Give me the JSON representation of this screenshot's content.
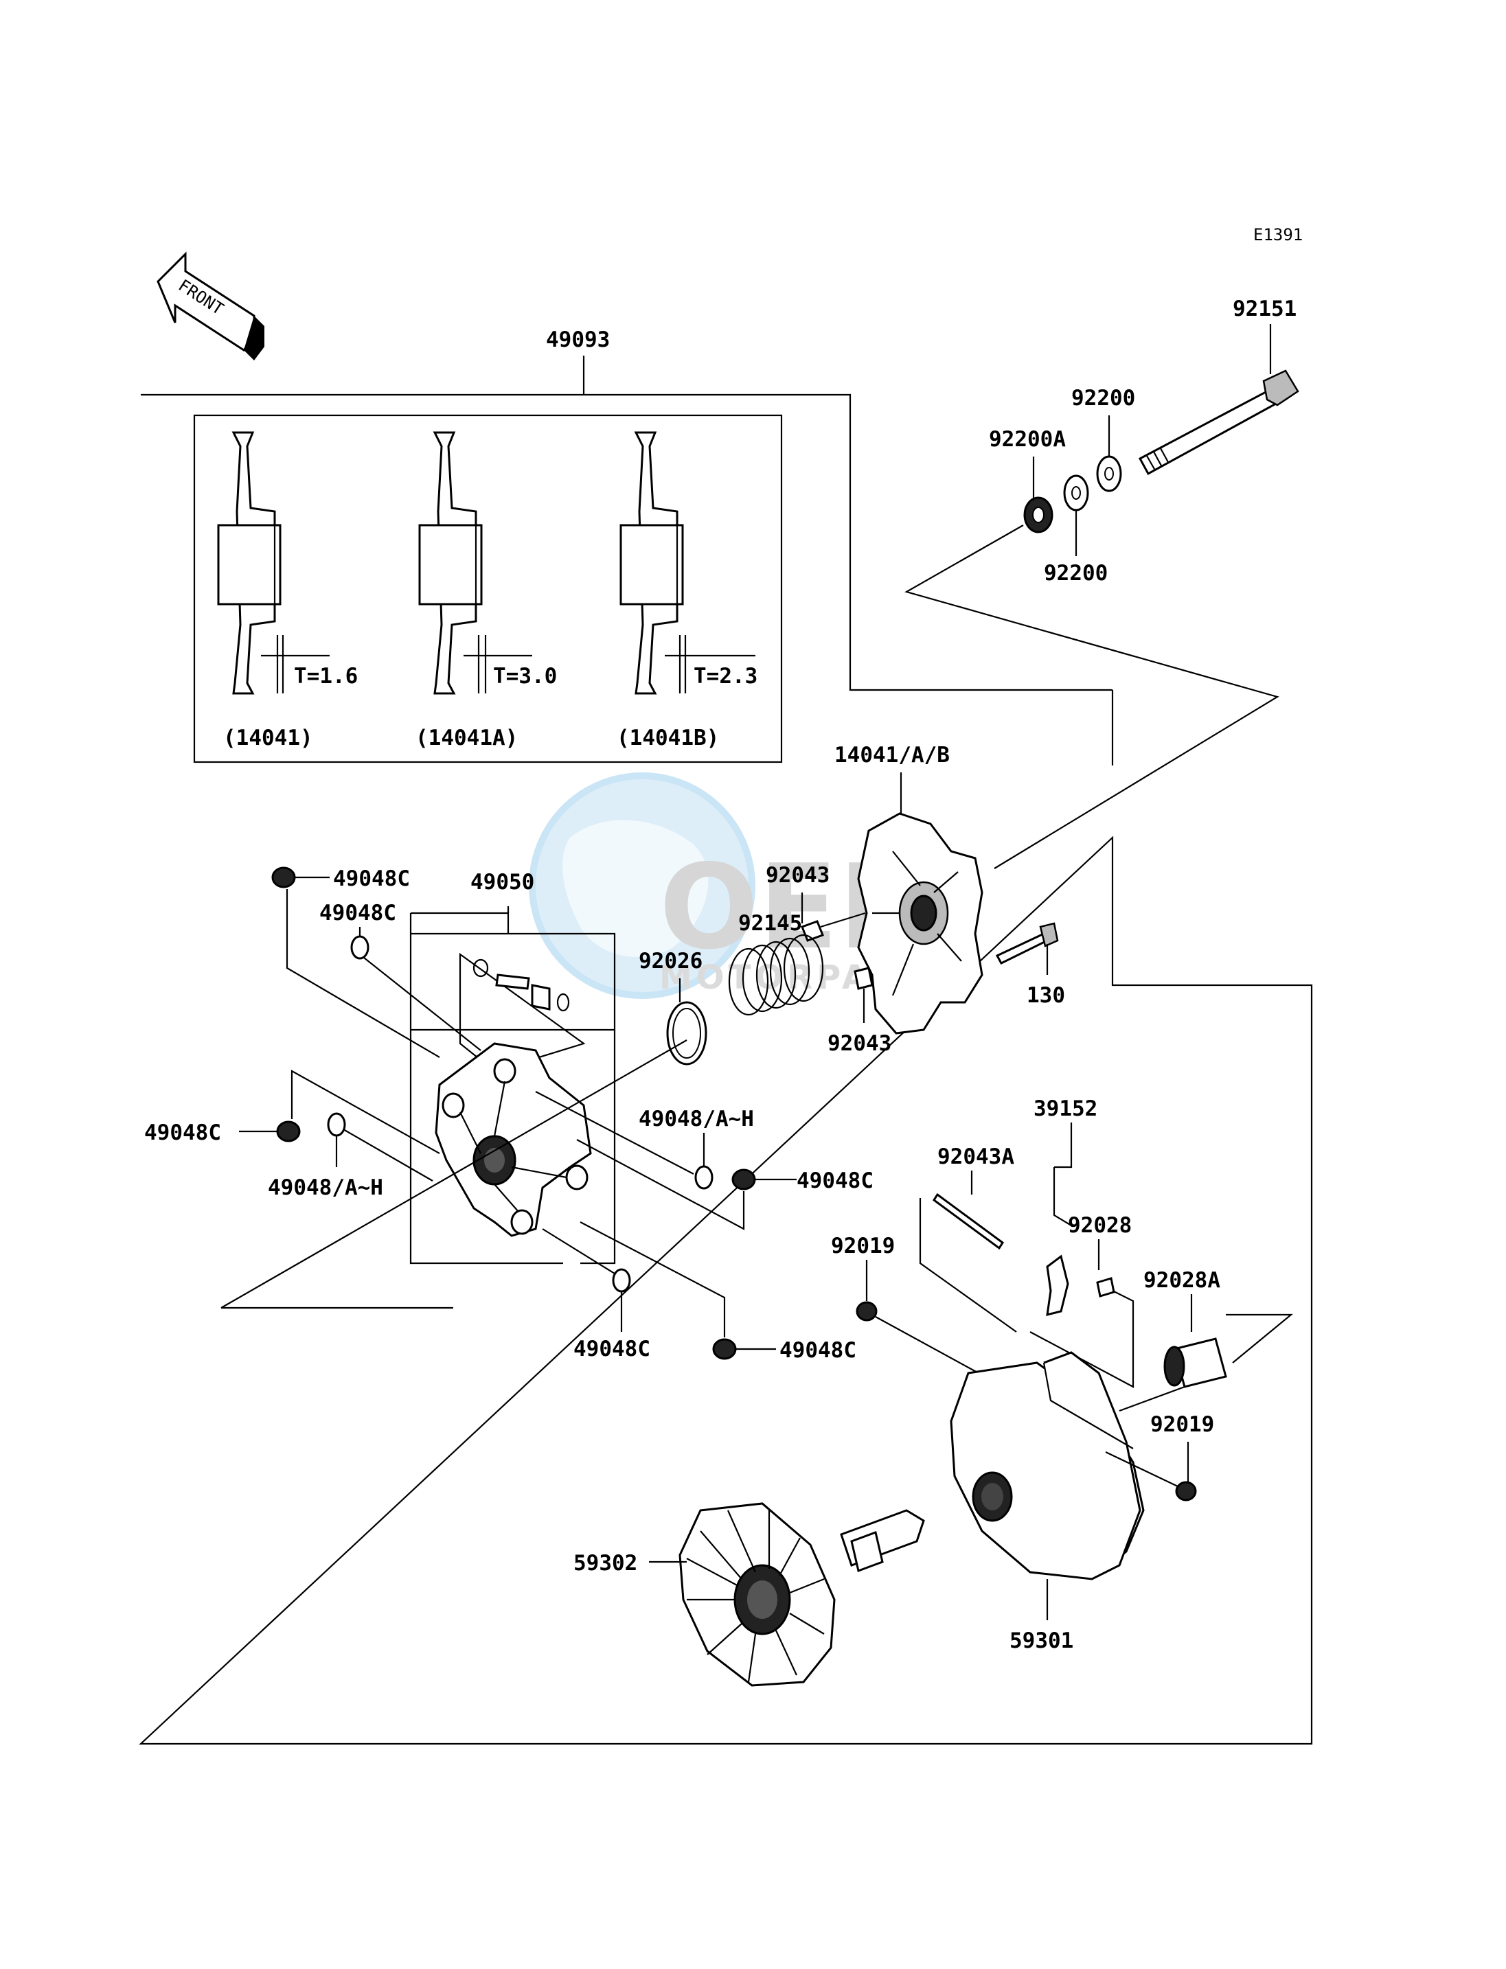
{
  "diagram_code": "E1391",
  "direction_label": "FRONT",
  "watermark": {
    "main": "OEM",
    "sub": "MOTORPARTS"
  },
  "inset": {
    "items": [
      {
        "code": "(14041)",
        "thickness": "T=1.6"
      },
      {
        "code": "(14041A)",
        "thickness": "T=3.0"
      },
      {
        "code": "(14041B)",
        "thickness": "T=2.3"
      }
    ]
  },
  "labels": {
    "l49093": "49093",
    "l92151": "92151",
    "l92200_top": "92200",
    "l92200A": "92200A",
    "l92200_bot": "92200",
    "l14041AB": "14041/A/B",
    "l49048C_a": "49048C",
    "l49050": "49050",
    "l49048C_b": "49048C",
    "l92043_a": "92043",
    "l92145": "92145",
    "l92026": "92026",
    "l130": "130",
    "l92043_b": "92043",
    "l49048AH_a": "49048/A~H",
    "l39152": "39152",
    "l49048C_c": "49048C",
    "l49048AH_b": "49048/A~H",
    "l49048C_d": "49048C",
    "l92043A": "92043A",
    "l92028": "92028",
    "l92019_a": "92019",
    "l92028A": "92028A",
    "l49048C_e": "49048C",
    "l49048C_f": "49048C",
    "l92019_b": "92019",
    "l59302": "59302",
    "l59301": "59301"
  }
}
